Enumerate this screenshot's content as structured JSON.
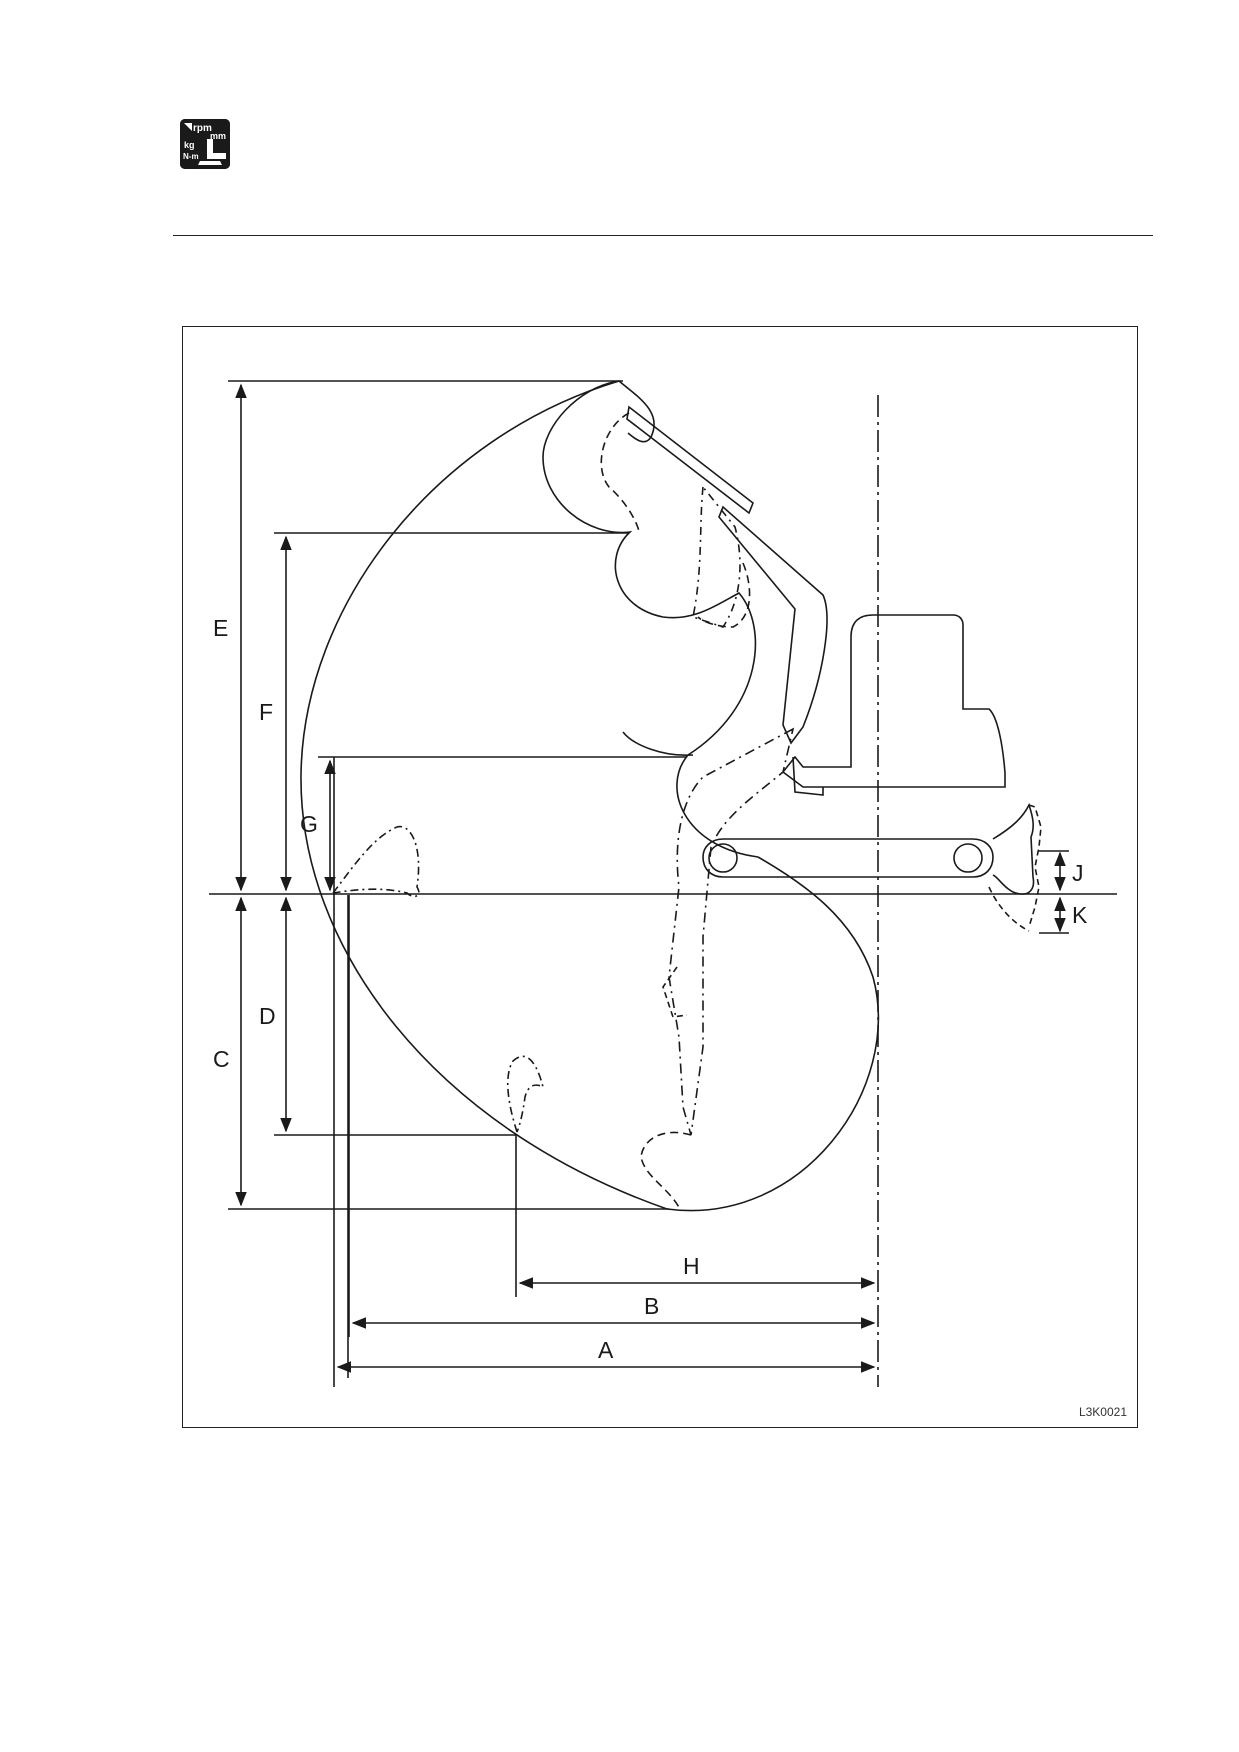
{
  "header": {
    "icon": "specifications-icon",
    "icon_text": {
      "rpm": "rpm",
      "mm": "mm",
      "kg": "kg",
      "nm": "N-m"
    }
  },
  "figure": {
    "code": "L3K0021",
    "labels": {
      "A": "A",
      "B": "B",
      "C": "C",
      "D": "D",
      "E": "E",
      "F": "F",
      "G": "G",
      "H": "H",
      "J": "J",
      "K": "K"
    }
  }
}
